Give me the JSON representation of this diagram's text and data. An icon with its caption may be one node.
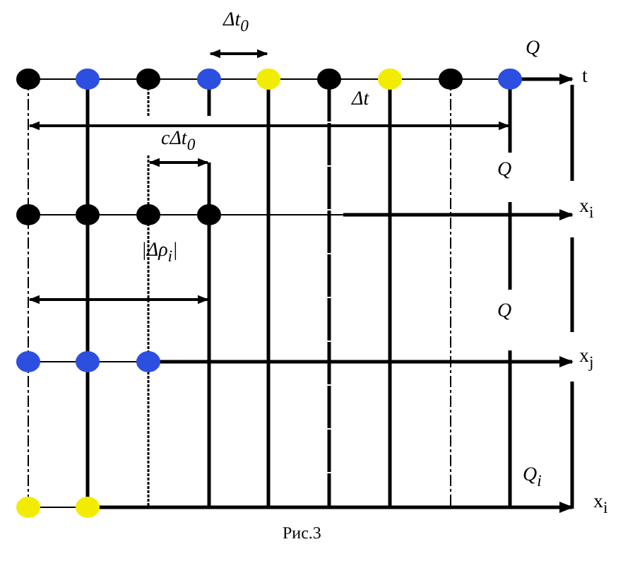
{
  "diagram": {
    "caption": "Рис.3",
    "labels": [
      "Δt$_{0}$",
      "Q",
      "t",
      "Δt",
      "cΔt$_{0}$",
      "Q",
      "x$_{i}$",
      "|Δρ$_{i}$|",
      "Q",
      "x$_{j}$",
      "Q$_{i}$",
      "x$_{i}$"
    ]
  }
}
